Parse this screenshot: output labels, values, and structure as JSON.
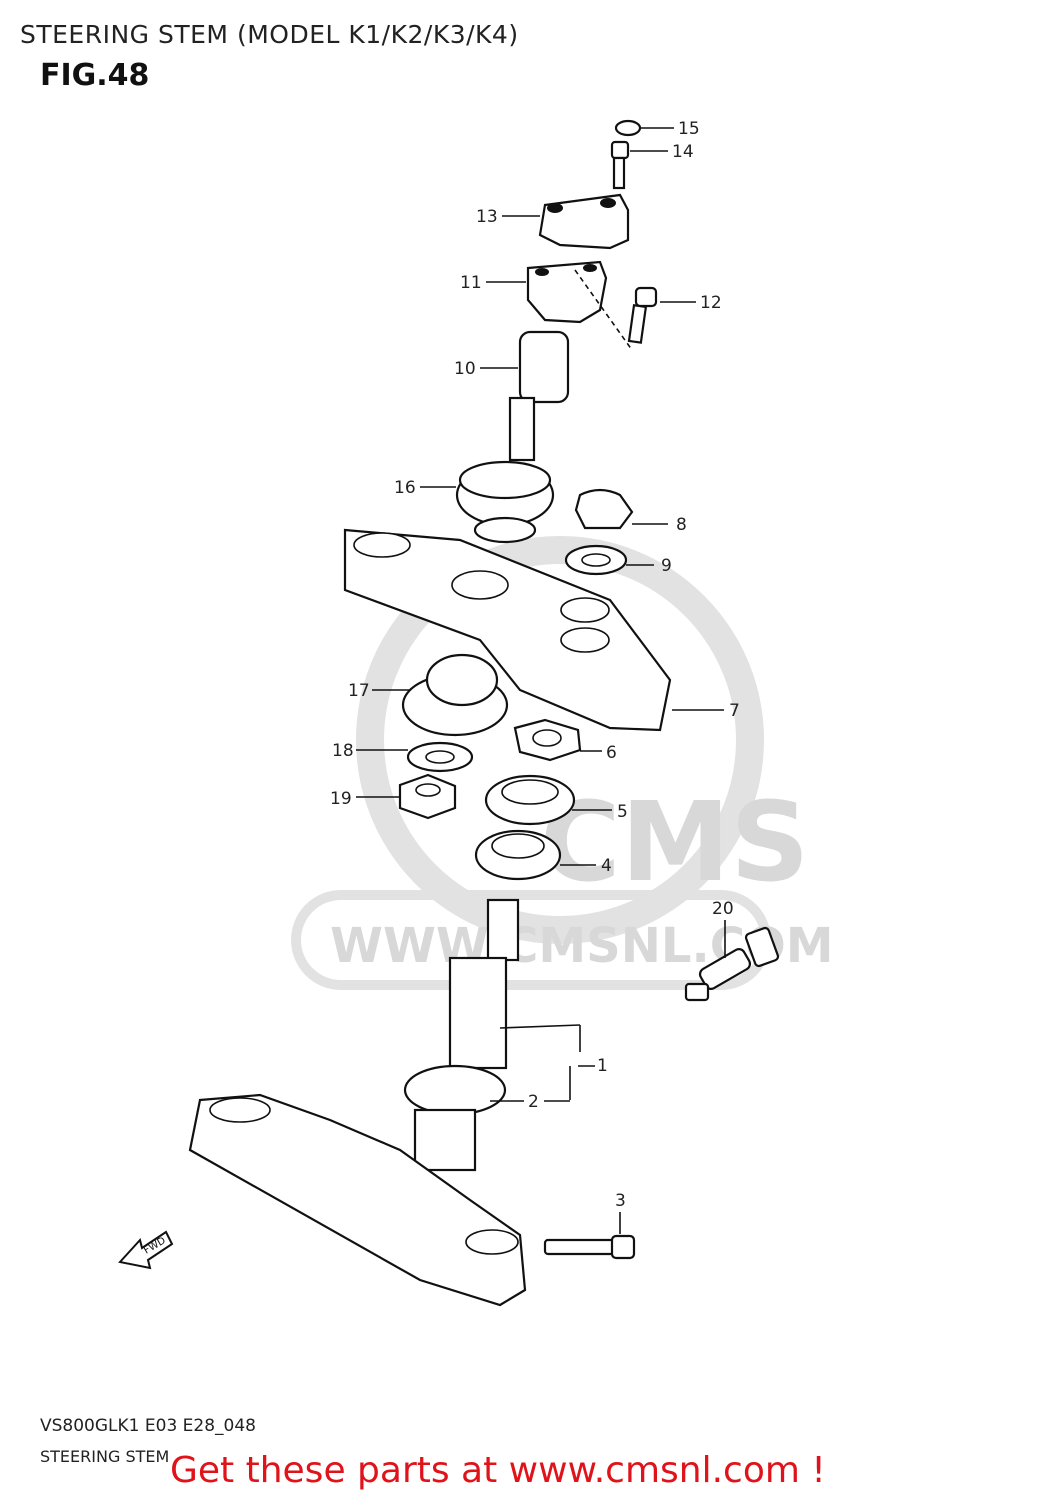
{
  "header": {
    "title": "STEERING STEM (MODEL K1/K2/K3/K4)",
    "figure": "FIG.48"
  },
  "watermark": {
    "logo_text": "CMS",
    "url_text": "WWW.CMSNL.COM"
  },
  "parts": [
    {
      "number": "1"
    },
    {
      "number": "2"
    },
    {
      "number": "3"
    },
    {
      "number": "4"
    },
    {
      "number": "5"
    },
    {
      "number": "6"
    },
    {
      "number": "7"
    },
    {
      "number": "8"
    },
    {
      "number": "9"
    },
    {
      "number": "10"
    },
    {
      "number": "11"
    },
    {
      "number": "12"
    },
    {
      "number": "13"
    },
    {
      "number": "14"
    },
    {
      "number": "15"
    },
    {
      "number": "16"
    },
    {
      "number": "17"
    },
    {
      "number": "18"
    },
    {
      "number": "19"
    },
    {
      "number": "20"
    }
  ],
  "arrow_label": "FWD",
  "footer": {
    "model_code": "VS800GLK1 E03 E28_048",
    "caption": "STEERING STEM",
    "cta": "Get these parts at www.cmsnl.com !"
  },
  "colors": {
    "cta": "#e0131a",
    "watermark": "#d8d8d8",
    "ink": "#111111"
  }
}
